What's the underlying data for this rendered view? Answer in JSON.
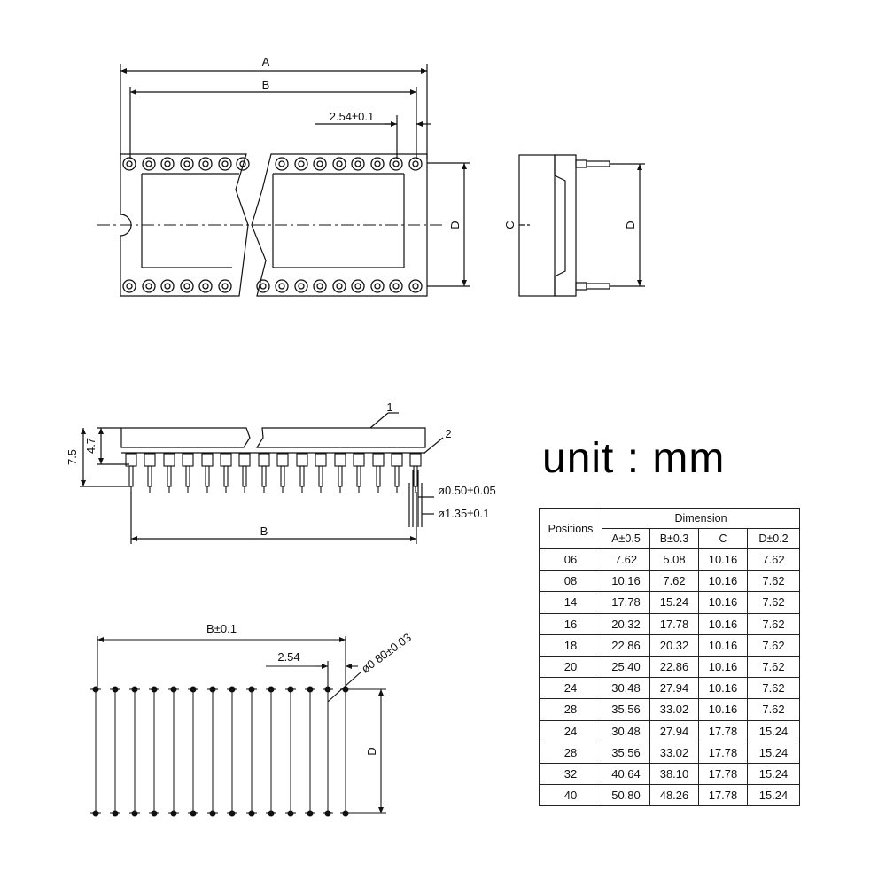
{
  "top_view": {
    "label_a": "A",
    "label_b": "B",
    "pitch": "2.54±0.1",
    "label_d": "D"
  },
  "end_view": {
    "label_c": "C",
    "label_d": "D"
  },
  "side_view": {
    "height_total": "7.5",
    "height_body": "4.7",
    "callout_1": "1",
    "callout_2": "2",
    "pin_dia": "ø0.50±0.05",
    "collar_dia": "ø1.35±0.1",
    "label_b": "B"
  },
  "footprint": {
    "label_b": "B±0.1",
    "pitch": "2.54",
    "hole_dia": "ø0.80±0.03",
    "label_d": "D"
  },
  "unit_text": "unit : mm",
  "table": {
    "positions_header": "Positions",
    "dimension_header": "Dimension",
    "columns": [
      "A±0.5",
      "B±0.3",
      "C",
      "D±0.2"
    ],
    "rows": [
      {
        "pos": "06",
        "a": "7.62",
        "b": "5.08",
        "c": "10.16",
        "d": "7.62"
      },
      {
        "pos": "08",
        "a": "10.16",
        "b": "7.62",
        "c": "10.16",
        "d": "7.62"
      },
      {
        "pos": "14",
        "a": "17.78",
        "b": "15.24",
        "c": "10.16",
        "d": "7.62"
      },
      {
        "pos": "16",
        "a": "20.32",
        "b": "17.78",
        "c": "10.16",
        "d": "7.62"
      },
      {
        "pos": "18",
        "a": "22.86",
        "b": "20.32",
        "c": "10.16",
        "d": "7.62"
      },
      {
        "pos": "20",
        "a": "25.40",
        "b": "22.86",
        "c": "10.16",
        "d": "7.62"
      },
      {
        "pos": "24",
        "a": "30.48",
        "b": "27.94",
        "c": "10.16",
        "d": "7.62"
      },
      {
        "pos": "28",
        "a": "35.56",
        "b": "33.02",
        "c": "10.16",
        "d": "7.62"
      },
      {
        "pos": "24",
        "a": "30.48",
        "b": "27.94",
        "c": "17.78",
        "d": "15.24"
      },
      {
        "pos": "28",
        "a": "35.56",
        "b": "33.02",
        "c": "17.78",
        "d": "15.24"
      },
      {
        "pos": "32",
        "a": "40.64",
        "b": "38.10",
        "c": "17.78",
        "d": "15.24"
      },
      {
        "pos": "40",
        "a": "50.80",
        "b": "48.26",
        "c": "17.78",
        "d": "15.24"
      }
    ]
  }
}
